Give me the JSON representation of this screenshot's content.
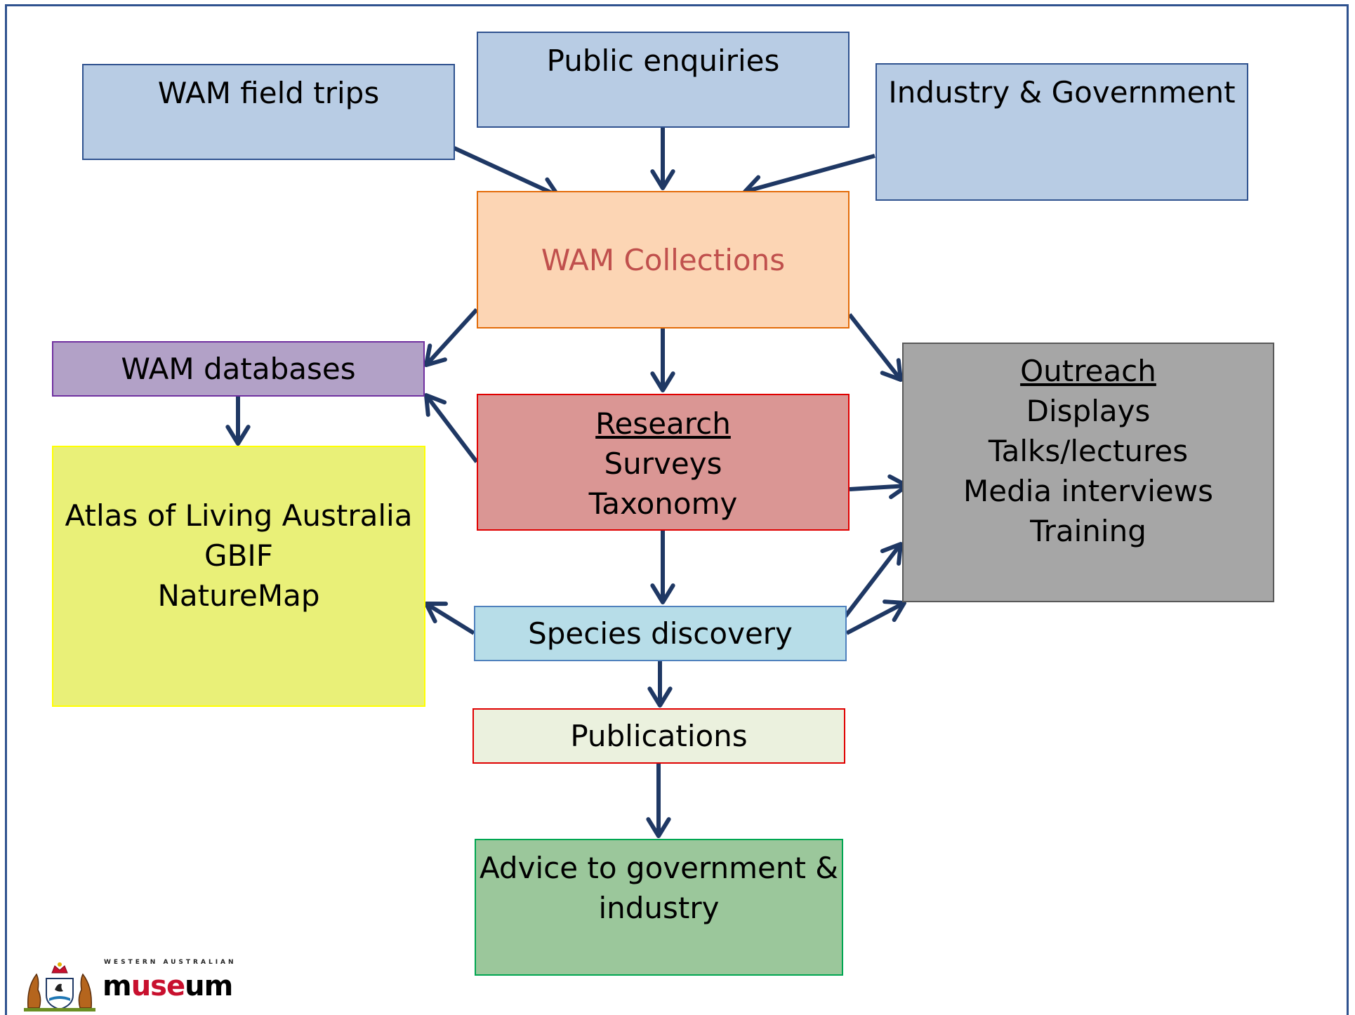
{
  "nodes": {
    "field_trips": {
      "lines": [
        "WAM field trips"
      ]
    },
    "public_enquiries": {
      "lines": [
        "Public enquiries"
      ]
    },
    "industry_government": {
      "lines": [
        "Industry & Government"
      ]
    },
    "collections": {
      "lines": [
        "WAM Collections"
      ]
    },
    "databases": {
      "lines": [
        "WAM databases"
      ]
    },
    "research": {
      "heading": "Research",
      "lines": [
        "Surveys",
        "Taxonomy"
      ]
    },
    "outreach": {
      "heading": "Outreach",
      "lines": [
        "Displays",
        "Talks/lectures",
        "Media interviews",
        "Training"
      ]
    },
    "atlas": {
      "lines": [
        "Atlas of Living Australia",
        "GBIF",
        "NatureMap"
      ]
    },
    "species_discovery": {
      "lines": [
        "Species discovery"
      ]
    },
    "publications": {
      "lines": [
        "Publications"
      ]
    },
    "advice": {
      "lines": [
        "Advice to government &",
        "industry"
      ]
    }
  },
  "colors": {
    "blue_box": "#b8cce4",
    "blue_border": "#2f528f",
    "collections_fill": "#fcd5b4",
    "collections_border": "#e36c09",
    "collections_text": "#c0504d",
    "databases_fill": "#b2a1c7",
    "databases_border": "#7030a0",
    "research_fill": "#da9694",
    "research_border": "#e00000",
    "outreach_fill": "#a6a6a6",
    "outreach_border": "#595959",
    "atlas_fill": "#e9f078",
    "atlas_border": "#ffff00",
    "species_fill": "#b7dde8",
    "species_border": "#4f81bd",
    "publications_fill": "#ebf1de",
    "publications_border": "#e00000",
    "advice_fill": "#9bc79b",
    "advice_border": "#00a651",
    "arrow": "#1f3864"
  },
  "edges": [
    {
      "from": "field_trips",
      "to": "collections"
    },
    {
      "from": "public_enquiries",
      "to": "collections"
    },
    {
      "from": "industry_government",
      "to": "collections"
    },
    {
      "from": "collections",
      "to": "databases"
    },
    {
      "from": "collections",
      "to": "research"
    },
    {
      "from": "collections",
      "to": "outreach"
    },
    {
      "from": "research",
      "to": "databases"
    },
    {
      "from": "research",
      "to": "outreach"
    },
    {
      "from": "databases",
      "to": "atlas"
    },
    {
      "from": "research",
      "to": "species_discovery"
    },
    {
      "from": "species_discovery",
      "to": "atlas"
    },
    {
      "from": "species_discovery",
      "to": "outreach"
    },
    {
      "from": "species_discovery",
      "to": "outreach"
    },
    {
      "from": "species_discovery",
      "to": "publications"
    },
    {
      "from": "publications",
      "to": "advice"
    }
  ],
  "logo": {
    "small_text": "WESTERN AUSTRALIAN",
    "word_pre": "m",
    "word_mid": "use",
    "word_post": "um",
    "icon": "coat-of-arms-icon"
  }
}
